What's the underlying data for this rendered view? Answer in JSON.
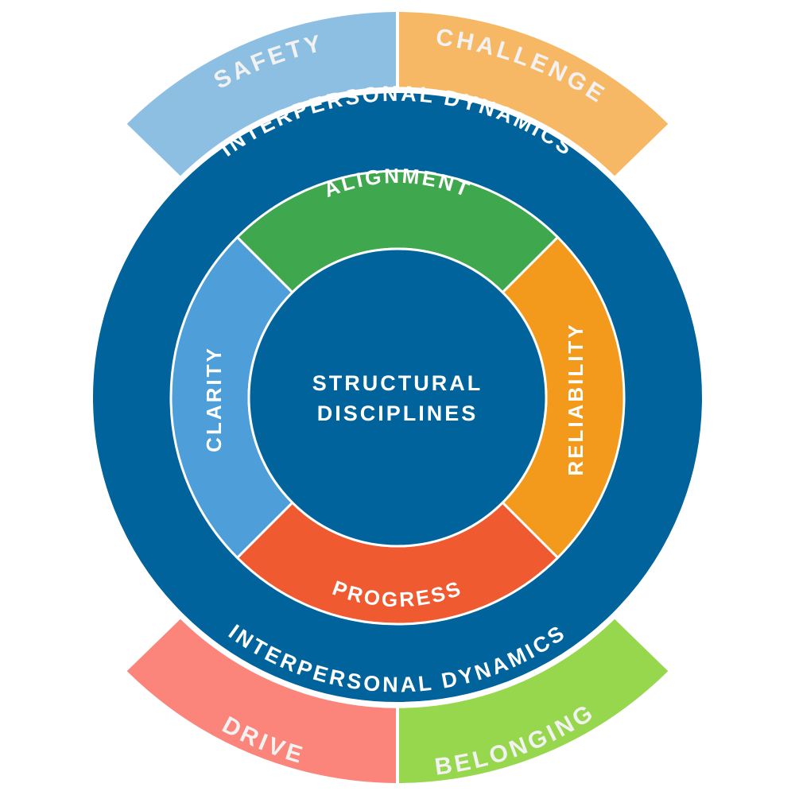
{
  "center": {
    "line1": "STRUCTURAL",
    "line2": "DISCIPLINES"
  },
  "ring": {
    "top_label": "INTERPERSONAL DYNAMICS",
    "bottom_label": "INTERPERSONAL DYNAMICS"
  },
  "inner_segments": {
    "top": "ALIGNMENT",
    "right": "RELIABILITY",
    "bottom": "PROGRESS",
    "left": "CLARITY"
  },
  "outer_tabs": {
    "top_left": "SAFETY",
    "top_right": "CHALLENGE",
    "bottom_left": "DRIVE",
    "bottom_right": "BELONGING"
  },
  "colors": {
    "navy": "#00639c",
    "alignment": "#3fa84f",
    "reliability": "#f39a1c",
    "progress": "#f05a30",
    "clarity": "#4d9ed9",
    "safety": "#8dbfe3",
    "challenge": "#f7b865",
    "drive": "#fb857a",
    "belonging": "#97d74d"
  }
}
